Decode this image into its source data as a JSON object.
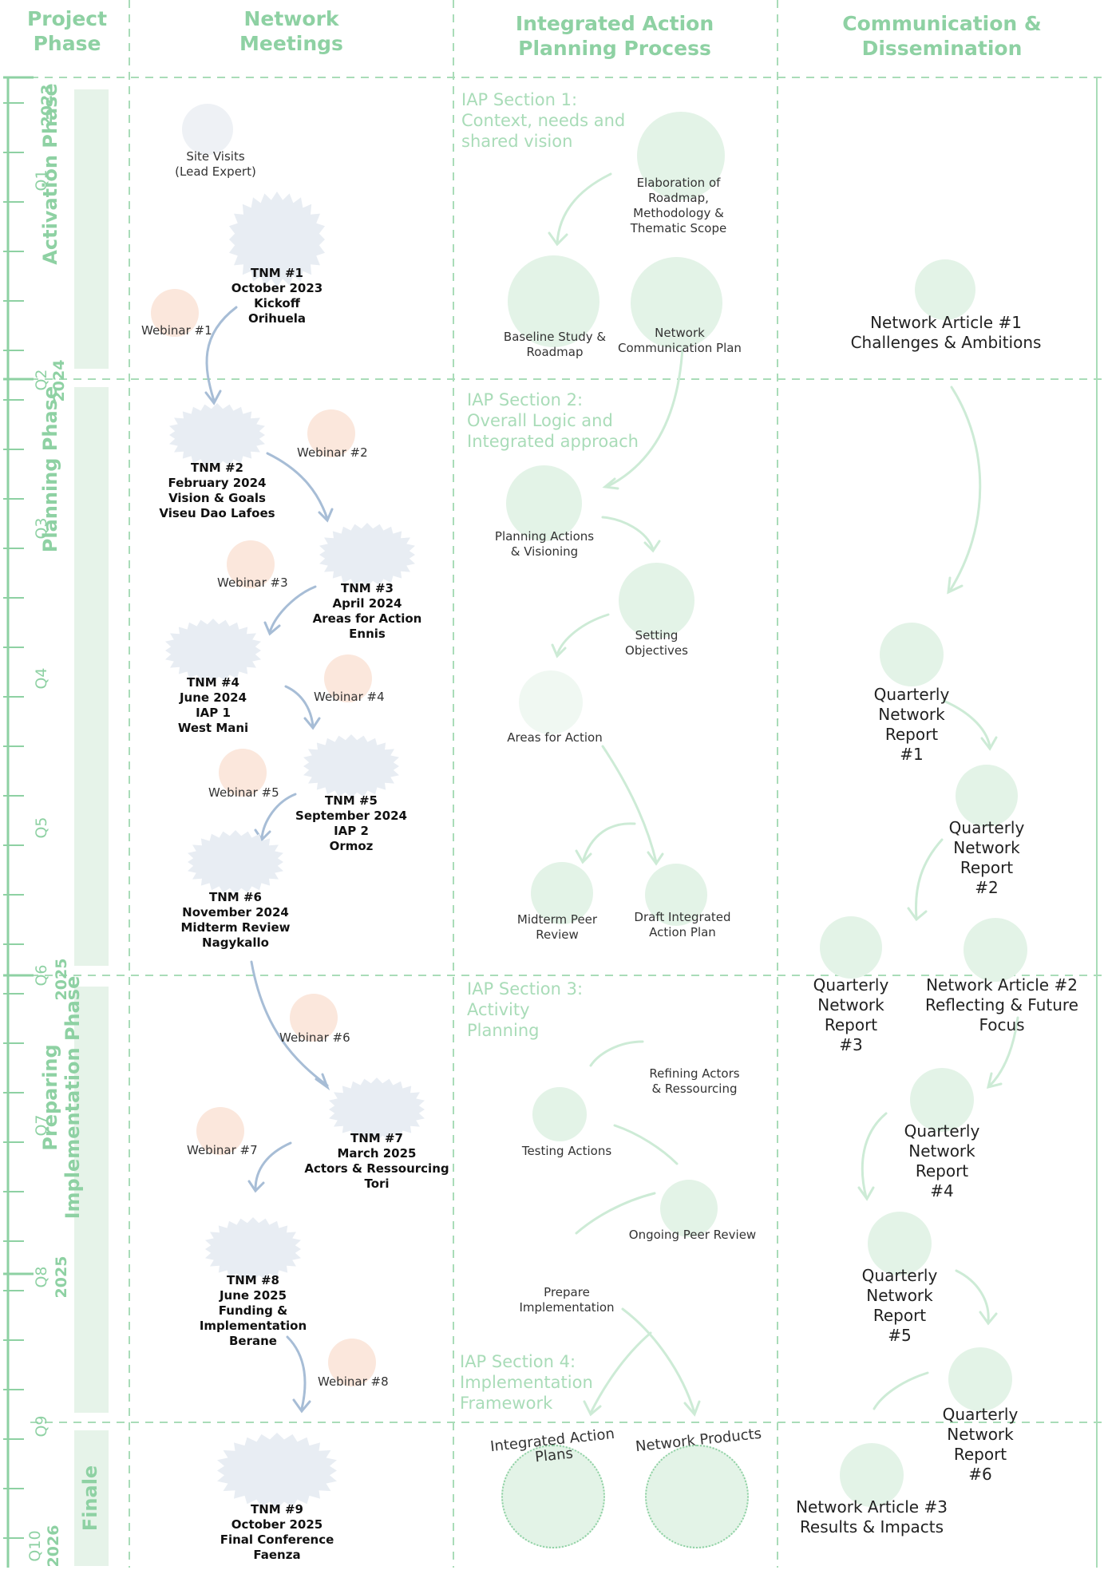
{
  "headers": {
    "project_phase": "Project Phase",
    "network_meetings": "Network Meetings",
    "iap_process": "Integrated Action Planning Process",
    "communication": "Communication & Dissemination"
  },
  "phases": [
    {
      "label": "Activation Phase"
    },
    {
      "label": "Planning Phase"
    },
    {
      "label": "Preparing Implementation Phase"
    },
    {
      "label": "Finale"
    }
  ],
  "timeline": {
    "years": [
      "2023",
      "2024",
      "2025",
      "2025",
      "2026"
    ],
    "quarters": [
      "Q1",
      "Q2",
      "Q3",
      "Q4",
      "Q5",
      "Q6",
      "Q7",
      "Q8",
      "Q9",
      "Q10"
    ]
  },
  "meetings": {
    "site_visits": "Site Visits\n(Lead Expert)",
    "tnm": [
      {
        "text": "TNM #1\nOctober 2023\nKickoff\nOrihuela"
      },
      {
        "text": "TNM #2\nFebruary 2024\nVision & Goals\nViseu Dao Lafoes"
      },
      {
        "text": "TNM #3\nApril 2024\nAreas for Action\nEnnis"
      },
      {
        "text": "TNM #4\nJune 2024\nIAP 1\nWest Mani"
      },
      {
        "text": "TNM #5\nSeptember 2024\nIAP 2\nOrmoz"
      },
      {
        "text": "TNM #6\nNovember 2024\nMidterm Review\nNagykallo"
      },
      {
        "text": "TNM #7\nMarch 2025\nActors & Ressourcing\nTori"
      },
      {
        "text": "TNM #8\nJune 2025\nFunding & Implementation\nBerane"
      },
      {
        "text": "TNM #9\nOctober 2025\nFinal Conference\nFaenza"
      }
    ],
    "webinars": [
      "Webinar #1",
      "Webinar #2",
      "Webinar #3",
      "Webinar #4",
      "Webinar #5",
      "Webinar #6",
      "Webinar #7",
      "Webinar #8"
    ]
  },
  "iap": {
    "sections": [
      "IAP Section 1:\nContext, needs and\nshared vision",
      "IAP Section 2:\nOverall Logic and\nIntegrated approach",
      "IAP Section 3:\nActivity\nPlanning",
      "IAP Section 4:\nImplementation\nFramework"
    ],
    "steps": [
      "Elaboration of\nRoadmap,\nMethodology &\nThematic Scope",
      "Baseline Study &\nRoadmap",
      "Network\nCommunication Plan",
      "Planning Actions\n& Visioning",
      "Setting\nObjectives",
      "Areas for Action",
      "Midterm Peer\nReview",
      "Draft Integrated\nAction Plan",
      "Refining Actors\n& Ressourcing",
      "Testing Actions",
      "Ongoing Peer Review",
      "Prepare\nImplementation"
    ],
    "outputs": [
      "Integrated Action Plans",
      "Network Products"
    ]
  },
  "communication": {
    "items": [
      "Network Article #1\nChallenges & Ambitions",
      "Quarterly\nNetwork\nReport\n#1",
      "Quarterly\nNetwork\nReport\n#2",
      "Quarterly\nNetwork\nReport\n#3",
      "Network Article #2\nReflecting & Future\nFocus",
      "Quarterly\nNetwork\nReport\n#4",
      "Quarterly\nNetwork\nReport\n#5",
      "Quarterly\nNetwork\nReport\n#6",
      "Network Article #3\nResults & Impacts"
    ]
  },
  "colors": {
    "green": "#8ed1a3",
    "light_green": "#e3f3e7",
    "blue_grey": "#a7bdd6",
    "peach": "#fbe7dc"
  }
}
